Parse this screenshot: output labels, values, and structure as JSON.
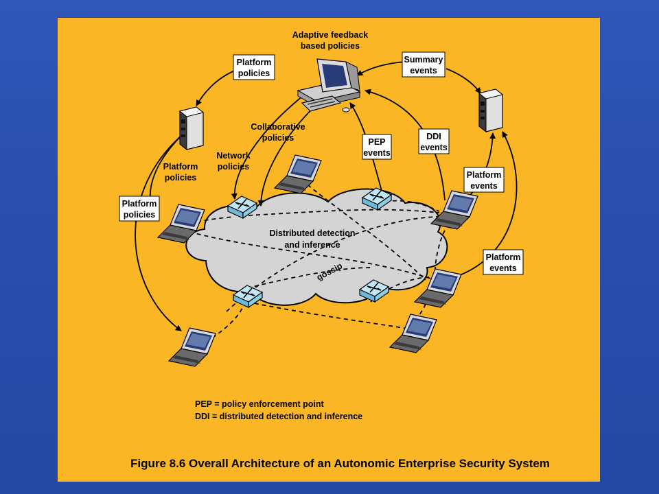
{
  "colors": {
    "background": "#2a4fae",
    "panel": "#fbb625",
    "cloud": "#d4d4d4",
    "switch": "#9fd6ec"
  },
  "diagram": {
    "adaptive_line1": "Adaptive feedback",
    "adaptive_line2": "based policies",
    "summary_line1": "Summary",
    "summary_line2": "events",
    "platform_policies_top_line1": "Platform",
    "platform_policies_top_line2": "policies",
    "collab_line1": "Collaborative",
    "collab_line2": "policies",
    "network_line1": "Network",
    "network_line2": "policies",
    "pep_events_line1": "PEP",
    "pep_events_line2": "events",
    "ddi_events_line1": "DDI",
    "ddi_events_line2": "events",
    "platform_policies_mid_line1": "Platform",
    "platform_policies_mid_line2": "policies",
    "platform_policies_left_line1": "Platform",
    "platform_policies_left_line2": "policies",
    "platform_events_upper_line1": "Platform",
    "platform_events_upper_line2": "events",
    "platform_events_lower_line1": "Platform",
    "platform_events_lower_line2": "events",
    "cloud_line1": "Distributed detection",
    "cloud_line2": "and inference",
    "gossip": "gossip"
  },
  "legend": {
    "pep": "PEP = policy enforcement point",
    "ddi": "DDI = distributed detection and inference"
  },
  "caption": "Figure 8.6  Overall Architecture of an Autonomic Enterprise Security System",
  "icons": [
    "workstation-icon",
    "server-icon",
    "laptop-icon",
    "switch-icon"
  ]
}
